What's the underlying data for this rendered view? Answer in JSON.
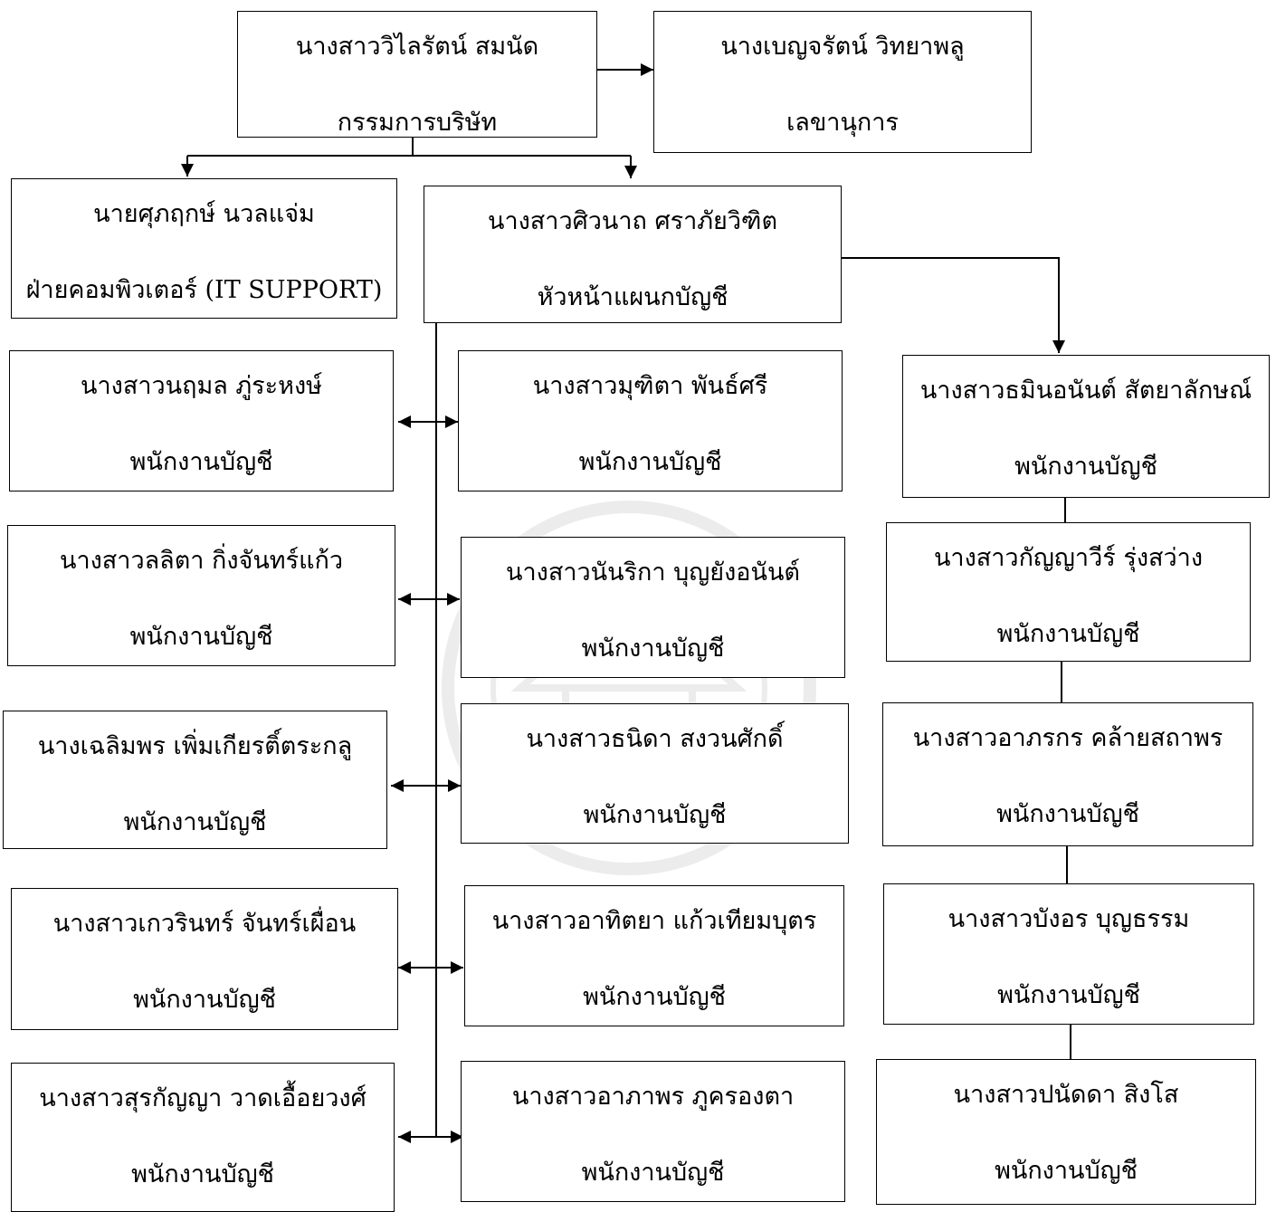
{
  "nodes": {
    "director": {
      "name": "นางสาววิไลรัตน์ สมนัด",
      "role": "กรรมการบริษัท"
    },
    "secretary": {
      "name": "นางเบญจรัตน์ วิทยาพลู",
      "role": "เลขานุการ"
    },
    "it": {
      "name": "นายศุภฤกษ์ นวลแจ่ม",
      "role": "ฝ่ายคอมพิวเตอร์ (IT SUPPORT)"
    },
    "head": {
      "name": "นางสาวศิวนาถ ศราภัยวิฑิต",
      "role": "หัวหน้าแผนกบัญชี"
    },
    "l1": {
      "name": "นางสาวนฤมล ภู่ระหงษ์",
      "role": "พนักงานบัญชี"
    },
    "l2": {
      "name": "นางสาวลลิตา กิ่งจันทร์แก้ว",
      "role": "พนักงานบัญชี"
    },
    "l3": {
      "name": "นางเฉลิมพร เพิ่มเกียรติ์ตระกลู",
      "role": "พนักงานบัญชี"
    },
    "l4": {
      "name": "นางสาวเกวรินทร์ จันทร์เผื่อน",
      "role": "พนักงานบัญชี"
    },
    "l5": {
      "name": "นางสาวสุรกัญญา วาดเอื้อยวงศ์",
      "role": "พนักงานบัญชี"
    },
    "m1": {
      "name": "นางสาวมุฑิตา พันธ์ศรี",
      "role": "พนักงานบัญชี"
    },
    "m2": {
      "name": "นางสาวนันริกา บุญยังอนันต์",
      "role": "พนักงานบัญชี"
    },
    "m3": {
      "name": "นางสาวธนิดา สงวนศักดิ์",
      "role": "พนักงานบัญชี"
    },
    "m4": {
      "name": "นางสาวอาทิตยา แก้วเทียมบุตร",
      "role": "พนักงานบัญชี"
    },
    "m5": {
      "name": "นางสาวอาภาพร ภูครองตา",
      "role": "พนักงานบัญชี"
    },
    "r1": {
      "name": "นางสาวธมินอนันต์ สัตยาลักษณ์",
      "role": "พนักงานบัญชี"
    },
    "r2": {
      "name": "นางสาวกัญญาวีร์ รุ่งสว่าง",
      "role": "พนักงานบัญชี"
    },
    "r3": {
      "name": "นางสาวอาภรกร คล้ายสถาพร",
      "role": "พนักงานบัญชี"
    },
    "r4": {
      "name": "นางสาวบังอร บุญธรรม",
      "role": "พนักงานบัญชี"
    },
    "r5": {
      "name": "นางสาวปนัดดา สิงโส",
      "role": "พนักงานบัญชี"
    }
  },
  "colors": {
    "line": "#000000",
    "box_border": "#000000",
    "watermark": "#9a9a9a"
  }
}
